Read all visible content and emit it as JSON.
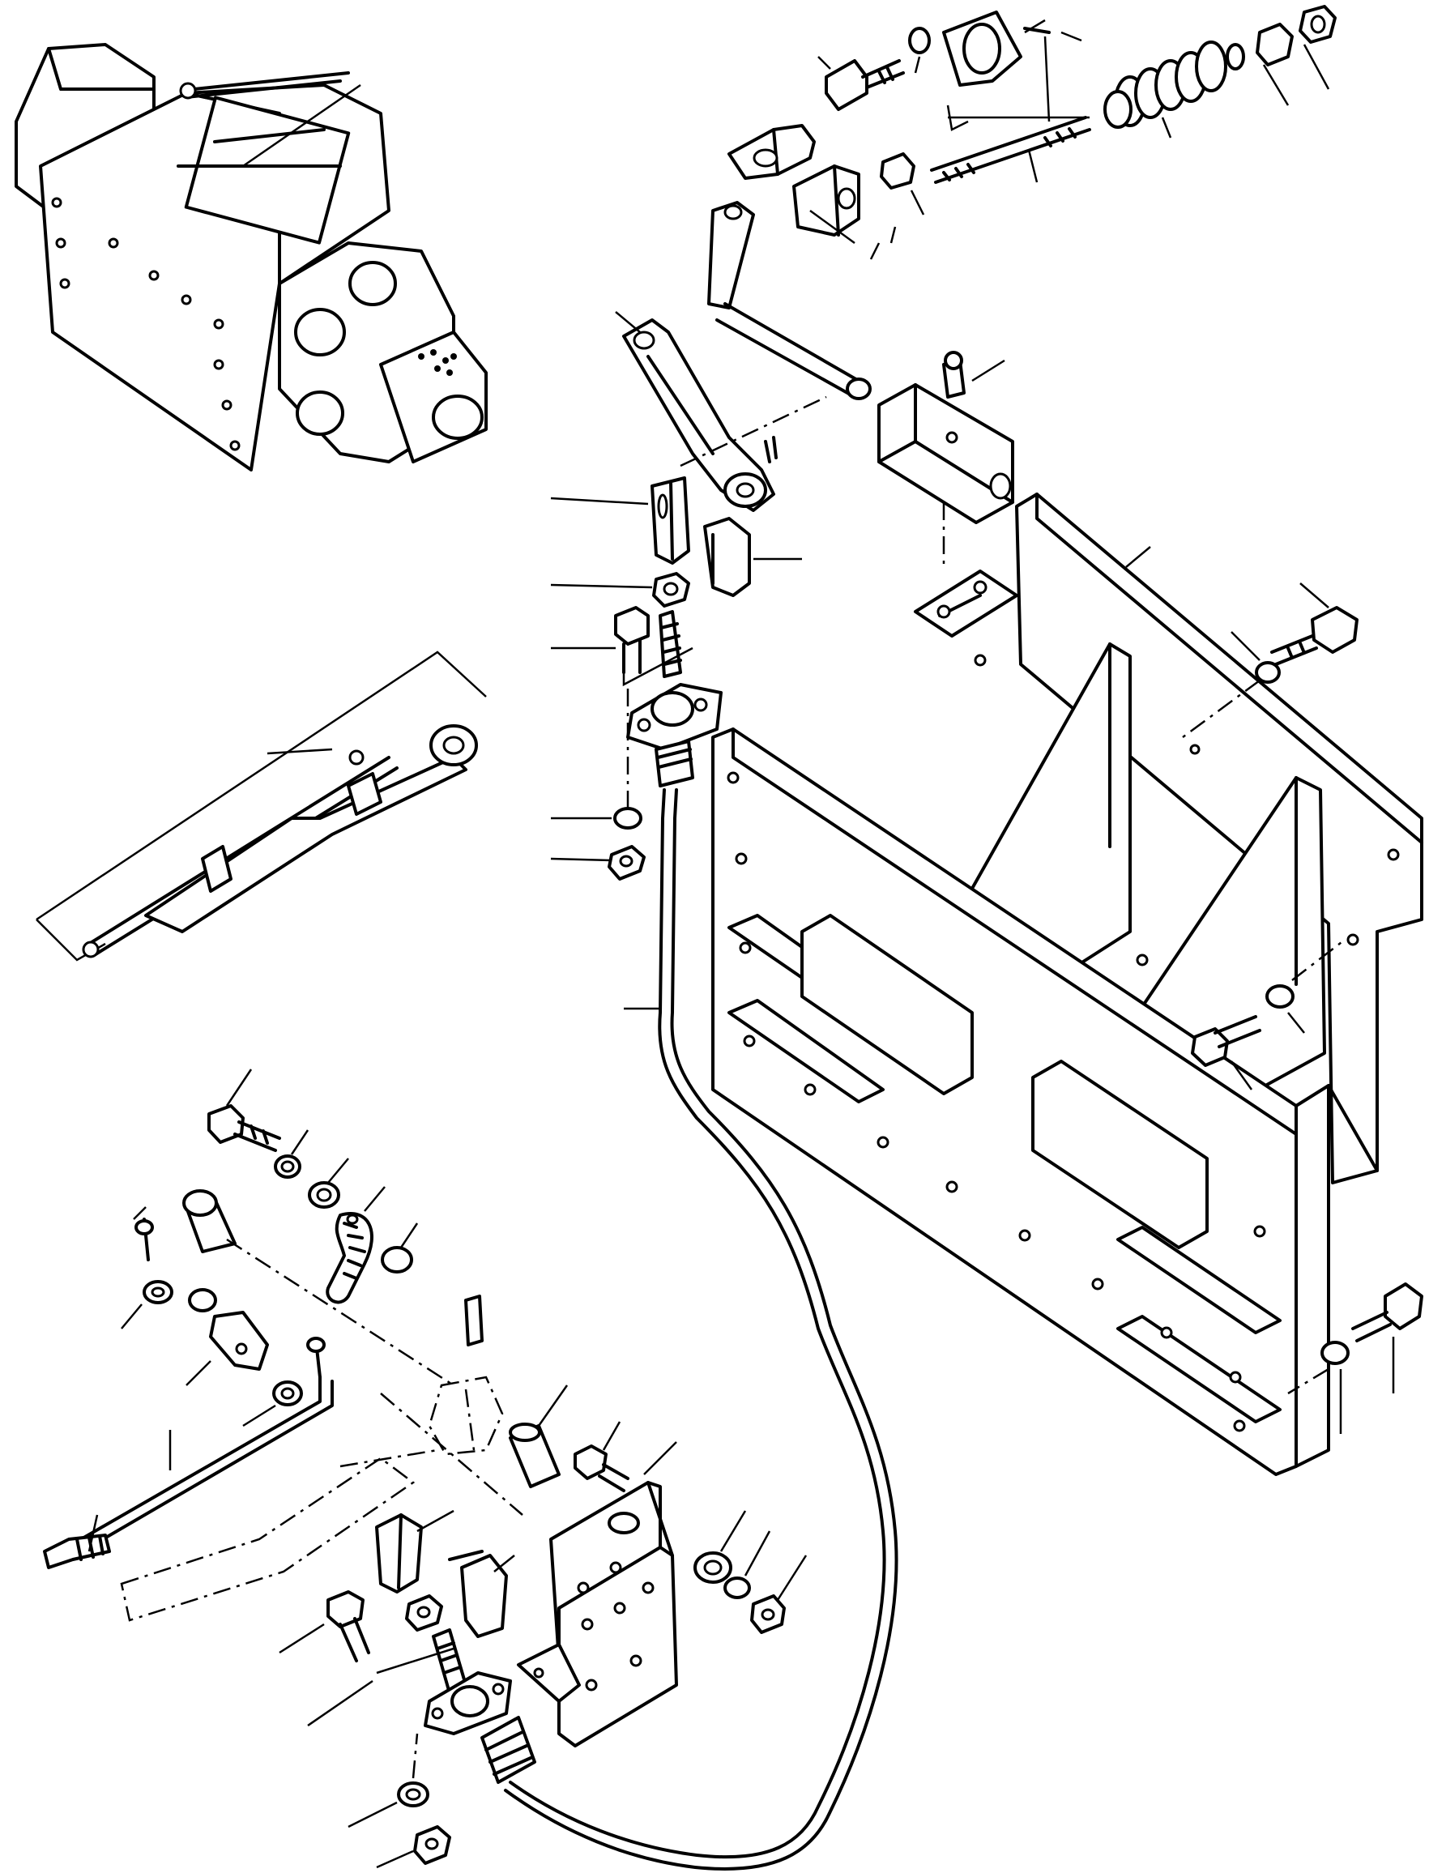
{
  "figure": {
    "type": "exploded-parts-diagram",
    "callout_numbers_shown": false,
    "components": [
      {
        "id": "winch-assembly",
        "icon": "winch-drum-icon"
      },
      {
        "id": "clutch-rod-assembly",
        "icon": "rod-assembly-icon"
      },
      {
        "id": "adjuster-spring-assembly",
        "icon": "spring-icon"
      },
      {
        "id": "bell-crank-lever",
        "icon": "lever-icon"
      },
      {
        "id": "cable-clevis",
        "icon": "clevis-icon"
      },
      {
        "id": "control-cable",
        "icon": "cable-icon"
      },
      {
        "id": "mounting-bracket-plate",
        "icon": "plate-icon"
      },
      {
        "id": "control-lever-bracket",
        "icon": "bracket-icon"
      },
      {
        "id": "quadrant-segment",
        "icon": "gear-segment-icon"
      },
      {
        "id": "hand-control-lever",
        "icon": "lever-icon"
      },
      {
        "id": "linkage-rod",
        "icon": "rod-icon"
      },
      {
        "id": "hardware-bolts-nuts-washers",
        "icon": "bolt-icon"
      }
    ]
  }
}
